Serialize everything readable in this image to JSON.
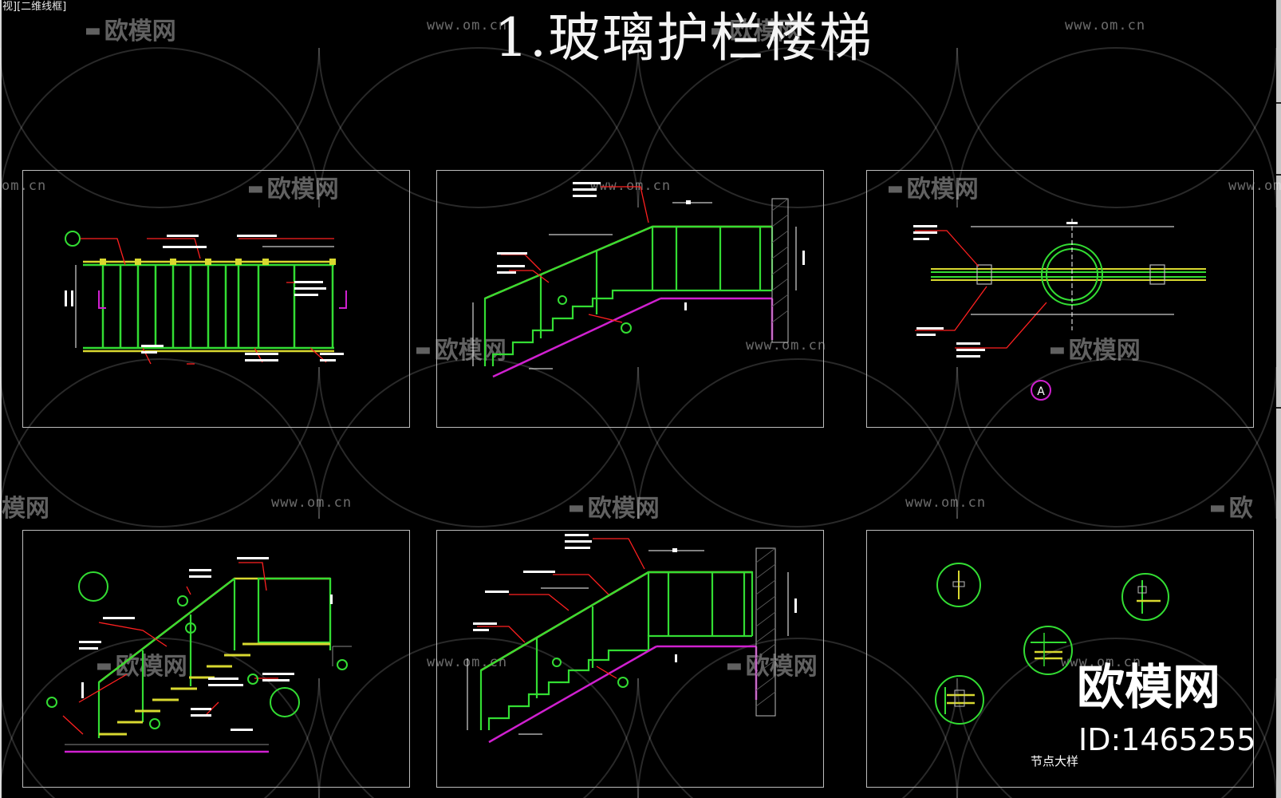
{
  "viewport": {
    "label": "视][二维线框]"
  },
  "sheet": {
    "title": "1.玻璃护栏楼梯"
  },
  "watermarks": {
    "url": "www.om.cn",
    "url_partial": "om.cn",
    "logo": "欧模网",
    "logo_partial_a": "模网",
    "logo_partial_b": "欧"
  },
  "brand": {
    "name": "欧模网",
    "id": "ID:1465255"
  },
  "panels": {
    "node_details": {
      "caption": "节点大样",
      "marker": "A"
    }
  },
  "colors": {
    "background": "#000000",
    "frame": "#bdbdbd",
    "rail_green": "#33dd33",
    "rail_yellow": "#d8d830",
    "leader_red": "#ff2020",
    "marker_magenta": "#d020d0"
  }
}
